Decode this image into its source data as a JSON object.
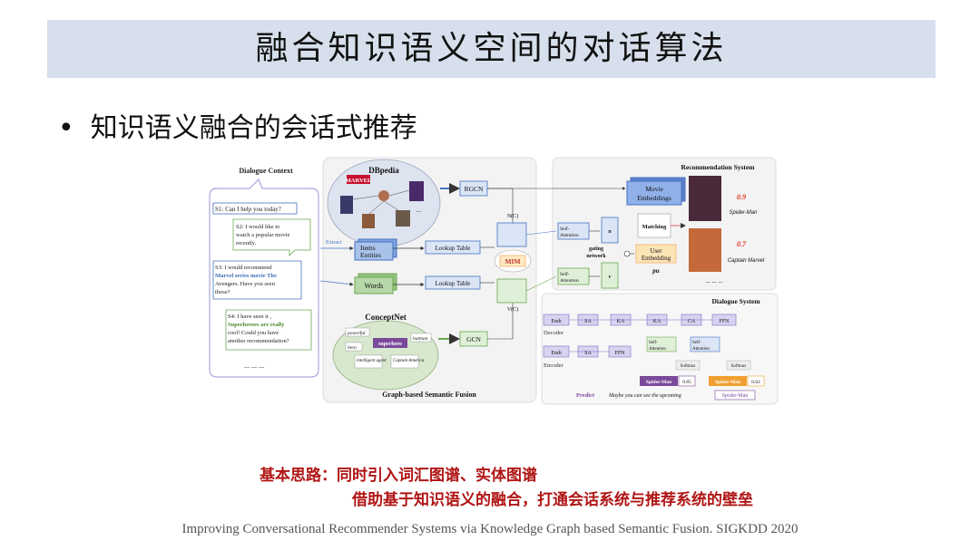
{
  "title": "融合知识语义空间的对话算法",
  "bullet": "知识语义融合的会话式推荐",
  "figure": {
    "dialogue_context_title": "Dialogue Context",
    "s1": "S1: Can I help you today?",
    "s2_lines": [
      "S2: I would like to",
      "watch a popular movie",
      "recently."
    ],
    "s3_lines": [
      "S3: I would recommend",
      "Marvel series movie The",
      "Avengers. Have you seen",
      "those?"
    ],
    "s4_lines": [
      "S4: I have seen it ,",
      "Superheroes are really",
      "cool! Could you have",
      "another recommendation?"
    ],
    "ellipsis": "... ... ...",
    "dbpedia": "DBpedia",
    "marvel_logo": "MARVEL",
    "conceptnet": "ConceptNet",
    "rgcn": "RGCN",
    "gcn": "GCN",
    "extract": "Extract",
    "items_entities_1": "Items",
    "items_entities_2": "Entities",
    "words": "Words",
    "lookup_table": "Lookup Table",
    "mim": "MIM",
    "n_c": "N(C)",
    "v_c": "V(C)",
    "graph_fusion_title": "Graph-based Semantic Fusion",
    "concepts": [
      "powerful",
      "hero",
      "superhero",
      "batman",
      "intelligent agent",
      "Captain America"
    ],
    "rec_title": "Recommendation System",
    "movie_emb_1": "Movie",
    "movie_emb_2": "Embeddings",
    "matching": "Matching",
    "user_emb_1": "User",
    "user_emb_2": "Embedding",
    "pu": "pu",
    "gating_1": "gating",
    "gating_2": "network",
    "self_attention_1": "Self-",
    "self_attention_2": "Attention",
    "score1": "0.9",
    "movie1": "Spider-Man",
    "score2": "0.7",
    "movie2": "Captain Marvel",
    "dialogue_title": "Dialogue System",
    "decoder_blocks": [
      "Emb",
      "SA",
      "KA",
      "KA",
      "CA",
      "FFN"
    ],
    "encoder_blocks": [
      "Emb",
      "SA",
      "FFN"
    ],
    "decoder": "Decoder",
    "encoder": "Encoder",
    "softmax": "Softmax",
    "out1": "Spider-Man",
    "out1_score": "0.85",
    "out2": "Spider-Man",
    "out2_score": "0.62",
    "predict": "Predict",
    "predict_sentence": "Maybe you can see the upcoming",
    "predict_word": "Spider-Man"
  },
  "note_line1": "基本思路：同时引入词汇图谱、实体图谱",
  "note_line2": "借助基于知识语义的融合，打通会话系统与推荐系统的壁垒",
  "citation": "Improving Conversational Recommender Systems via Knowledge Graph based Semantic Fusion. SIGKDD 2020",
  "colors": {
    "title_bar": "#d6dfeb",
    "note_red": "#b01515",
    "blue_box": "#4472c4",
    "green_box": "#6aa84f",
    "orange_box": "#f6b26b",
    "score_red": "#e03020"
  }
}
